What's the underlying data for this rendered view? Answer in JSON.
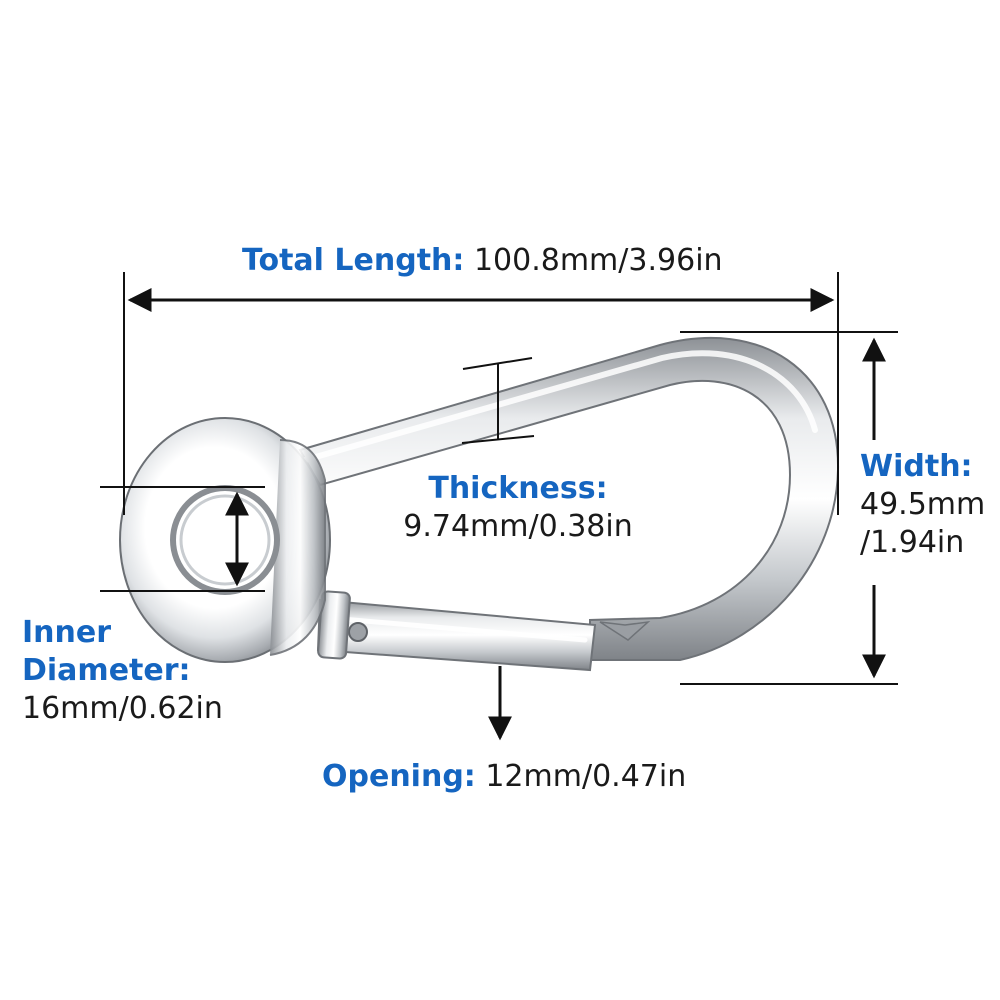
{
  "colors": {
    "label_key": "#1565c0",
    "label_value": "#1a1a1a",
    "dimension_line": "#111111",
    "metal_light": "#f4f5f6",
    "metal_mid": "#c9ccd0",
    "metal_dark": "#8d9196"
  },
  "labels": {
    "total_length": {
      "key": "Total Length:",
      "value": "100.8mm/3.96in"
    },
    "thickness": {
      "key": "Thickness:",
      "value": "9.74mm/0.38in"
    },
    "width": {
      "key": "Width:",
      "value_line1": "49.5mm",
      "value_line2": "/1.94in"
    },
    "inner_diameter": {
      "key_line1": "Inner",
      "key_line2": "Diameter:",
      "value": "16mm/0.62in"
    },
    "opening": {
      "key": "Opening:",
      "value": "12mm/0.47in"
    }
  }
}
